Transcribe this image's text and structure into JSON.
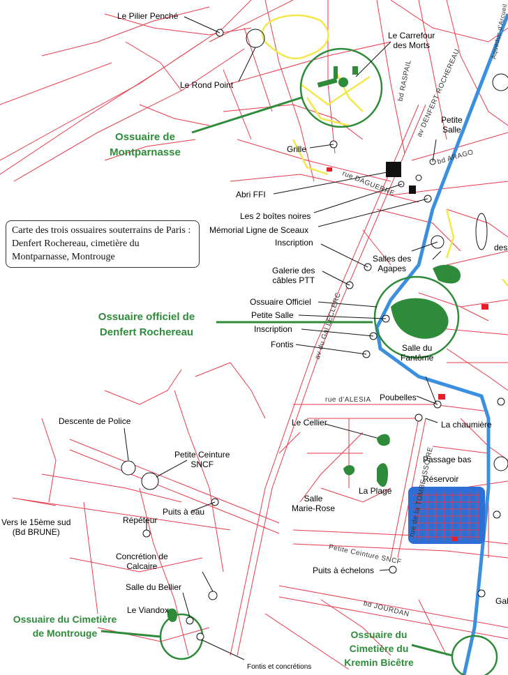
{
  "caption": "Carte des trois ossuaires souterrains de Paris : Denfert Rochereau, cimetière du Montparnasse, Montrouge",
  "ossuaries": {
    "montparnasse": "Ossuaire de\nMontparnasse",
    "denfert": "Ossuaire officiel de\nDenfert Rochereau",
    "montrouge": "Ossuaire du Cimetière\nde Montrouge",
    "kremlin": "Ossuaire du\nCimetière du\nKremin Bicêtre"
  },
  "labels": {
    "pilier": "Le Pilier Penché",
    "rond_point": "Le Rond Point",
    "carrefour": "Le Carrefour\ndes Morts",
    "grille": "Grille",
    "abri": "Abri FFI",
    "boites": "Les 2 boîtes noires",
    "memorial": "Mémorial Ligne de Sceaux",
    "inscription1": "Inscription",
    "petite_salle1": "Petite\nSalle",
    "salles_agapes": "Salles des\nAgapes",
    "galerie": "Galerie des\ncâbles PTT",
    "ossuaire_officiel": "Ossuaire Officiel",
    "petite_salle2": "Petite Salle",
    "inscription2": "Inscription",
    "fontis": "Fontis",
    "salle_fantome": "Salle du\nFantôme",
    "poubelles": "Poubelles",
    "chaumiere": "La chaumière",
    "cellier": "Le Cellier",
    "passage_bas": "Passage bas",
    "reservoir": "Réservoir",
    "plage": "La Plage",
    "marie_rose": "Salle\nMarie-Rose",
    "descente": "Descente de Police",
    "petite_ceinture": "Petite Ceinture\nSNCF",
    "puits_eau": "Puits à eau",
    "vers_15": "Vers le 15ème sud\n(Bd BRUNE)",
    "repeteur": "Répéteur",
    "concretion": "Concrétion de\nCalcaire",
    "bellier": "Salle du Bellier",
    "viandox": "Le Viandox",
    "puits_echelons": "Puits à échelons",
    "fontis_concretions": "Fontis et concrétions",
    "gal": "Gal",
    "des": "des"
  },
  "streets": {
    "raspail": "bd RASPAIL",
    "denfert": "av DENFERT ROCHEREAU",
    "aqueduc": "Aqueduc d'Arcueil",
    "arago": "bd ARAGO",
    "daguerre": "rue DAGUERRE",
    "leclerc": "av du Gal LECLERC",
    "alesia": "rue d'ALESIA",
    "tombe": "rue de la TOMBE ISSOIRE",
    "ceinture": "Petite Ceinture SNCF",
    "jourdan": "bd JOURDAN"
  },
  "colors": {
    "street_lines": "#e8394a",
    "aqueduct": "#3a8fde",
    "green": "#2e8b3a",
    "yellow": "#f2e84a",
    "reservoir": "#2e6fd6"
  }
}
